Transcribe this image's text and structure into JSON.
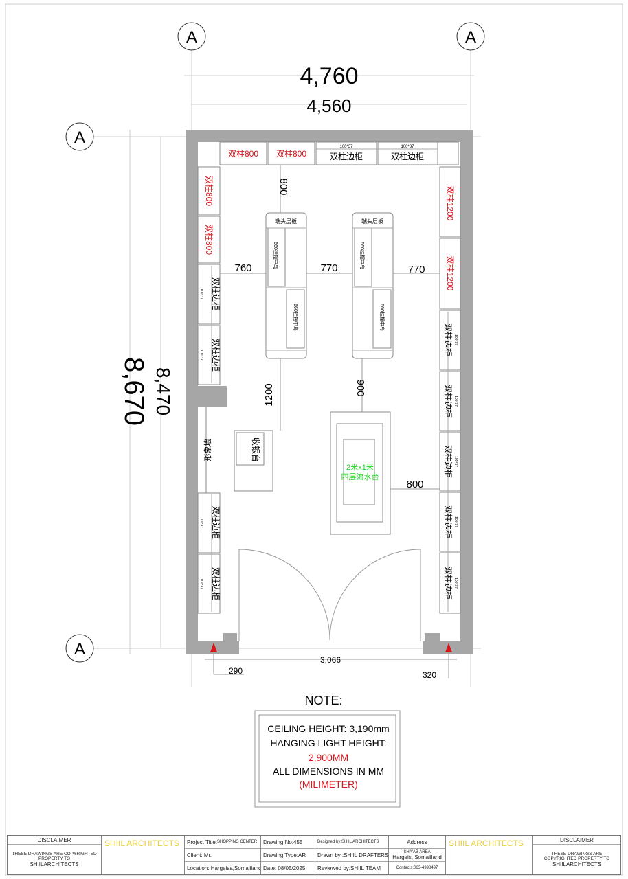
{
  "grid_labels": [
    "A",
    "A",
    "A",
    "A"
  ],
  "dimensions": {
    "overall_width": "4,760",
    "inner_width": "4,560",
    "overall_depth": "8,670",
    "inner_depth": "8,470",
    "top_gap": "800",
    "aisle_left": "760",
    "aisle_middle": "770",
    "aisle_right": "770",
    "gap_left_lower": "1200",
    "gap_right_lower": "900",
    "table_to_wall": "800",
    "door_width": "3,066",
    "left_pier": "290",
    "right_pier": "320"
  },
  "fixtures": {
    "double_post_800": "双柱800",
    "double_post_1200": "双柱1200",
    "side_cabinet": "双柱边柜",
    "cabinet_spec": "100*37",
    "end_shelf": "端头层板",
    "hanging_island": "660挂摆中岛",
    "image_wall": "形象墙",
    "cashier": "收银台",
    "table_line1": "2米x1米",
    "table_line2": "四层流水台"
  },
  "note": {
    "title": "NOTE:",
    "line1": "CEILING HEIGHT: 3,190mm",
    "line2": "HANGING LIGHT HEIGHT:",
    "line3": "2,900MM",
    "line4": "ALL DIMENSIONS IN MM",
    "line5": "(MILIMETER)"
  },
  "colors": {
    "wall": "#a6a6a6",
    "red_label": "#d9141b",
    "green_label": "#1fd11f",
    "brand": "#e8d23a"
  },
  "title_block": {
    "disclaimer": "DISCLAIMER",
    "disclaimer_text": "THESE DRAWINGS ARE COPYRIGHTED PROPERTY TO",
    "disclaimer_owner": "SHIILARCHITECTS",
    "brand": "SHIIL ARCHITECTS",
    "project_title_label": "Project Title:",
    "project_title": "SHOPPING CENTER",
    "client": "Client: Mr.",
    "location": "Location: Hargeisa,Somaliland",
    "drawing_no": "Drawing No:455",
    "drawing_type": "Drawing Type:AR",
    "date": "Date: 08/05/2025",
    "designed_by": "Designed by:SHIIL ARCHITECTS",
    "drawn_by": "Drawn by :SHIIL DRAFTERS",
    "reviewed_by": "Reviewed by:SHIIL TEAM",
    "address_label": "Address",
    "address_line1": "SHA'AB AREA",
    "address_line2": "Hargeis, Somaliland",
    "contacts": "Contacts:063-4998497"
  }
}
